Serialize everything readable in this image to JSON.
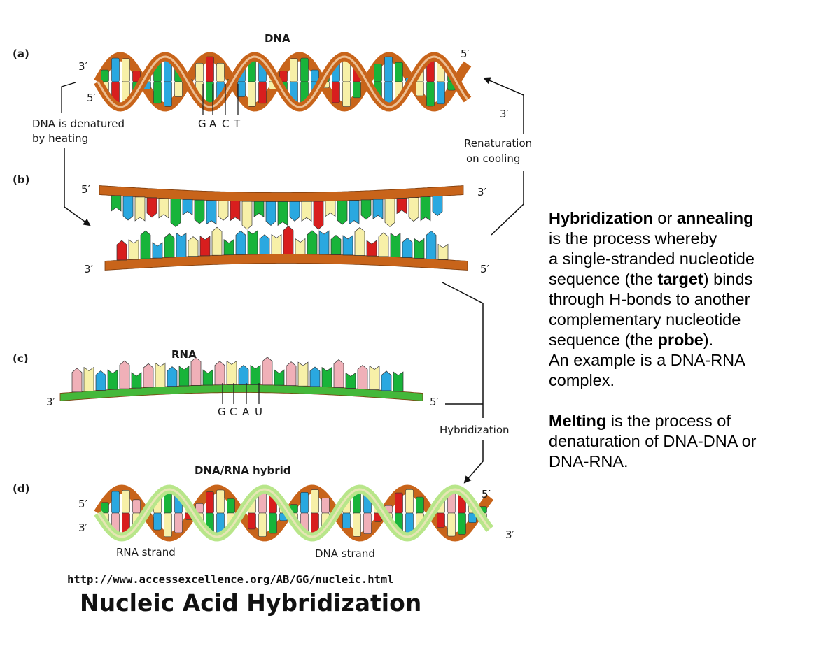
{
  "diagram": {
    "panel_a": {
      "tag": "(a)",
      "title": "DNA",
      "end_tl": "3′",
      "end_bl": "5′",
      "end_tr": "5′",
      "end_br": "3′",
      "bases": [
        "G",
        "A",
        "C",
        "T"
      ]
    },
    "panel_b": {
      "tag": "(b)",
      "top_left": "5′",
      "top_right": "3′",
      "bot_left": "3′",
      "bot_right": "5′"
    },
    "panel_c": {
      "tag": "(c)",
      "title": "RNA",
      "left": "3′",
      "right": "5′",
      "bases": [
        "G",
        "C",
        "A",
        "U"
      ]
    },
    "panel_d": {
      "tag": "(d)",
      "title": "DNA/RNA hybrid",
      "end_tl": "5′",
      "end_bl": "3′",
      "end_tr": "5′",
      "end_br": "3′",
      "rna_label": "RNA strand",
      "dna_label": "DNA strand"
    },
    "denature_line1": "DNA is denatured",
    "denature_line2": "by heating",
    "renature_line1": "Renaturation",
    "renature_line2": "on cooling",
    "hybridization_label": "Hybridization",
    "url": "http://www.accessexcellence.org/AB/GG/nucleic.html",
    "big_title": "Nucleic Acid Hybridization",
    "colors": {
      "backbone": "#c8641a",
      "green": "#18b43a",
      "blue": "#2aa8e0",
      "yellow": "#f7f0a8",
      "red": "#d81e1e",
      "pink": "#f0b0b8",
      "rna_green": "#44b83a"
    }
  },
  "text_panel": {
    "p1_term1": "Hybridization",
    "p1_or": " or ",
    "p1_term2": "annealing",
    "p1_line2": "is the process whereby",
    "p1_line3": "a  single-stranded nucleotide",
    "p1_line4a": "sequence (the ",
    "p1_target": "target",
    "p1_line4b": ") binds",
    "p1_line5": "through H-bonds to another",
    "p1_line6": "complementary nucleotide",
    "p1_line7a": "sequence (the ",
    "p1_probe": "probe",
    "p1_line7b": ").",
    "p1_line8": "An example is a DNA-RNA",
    "p1_line9": "complex.",
    "p2_term": "Melting",
    "p2_line1": " is the process of",
    "p2_line2": "denaturation of DNA-DNA or",
    "p2_line3": "DNA-RNA."
  }
}
